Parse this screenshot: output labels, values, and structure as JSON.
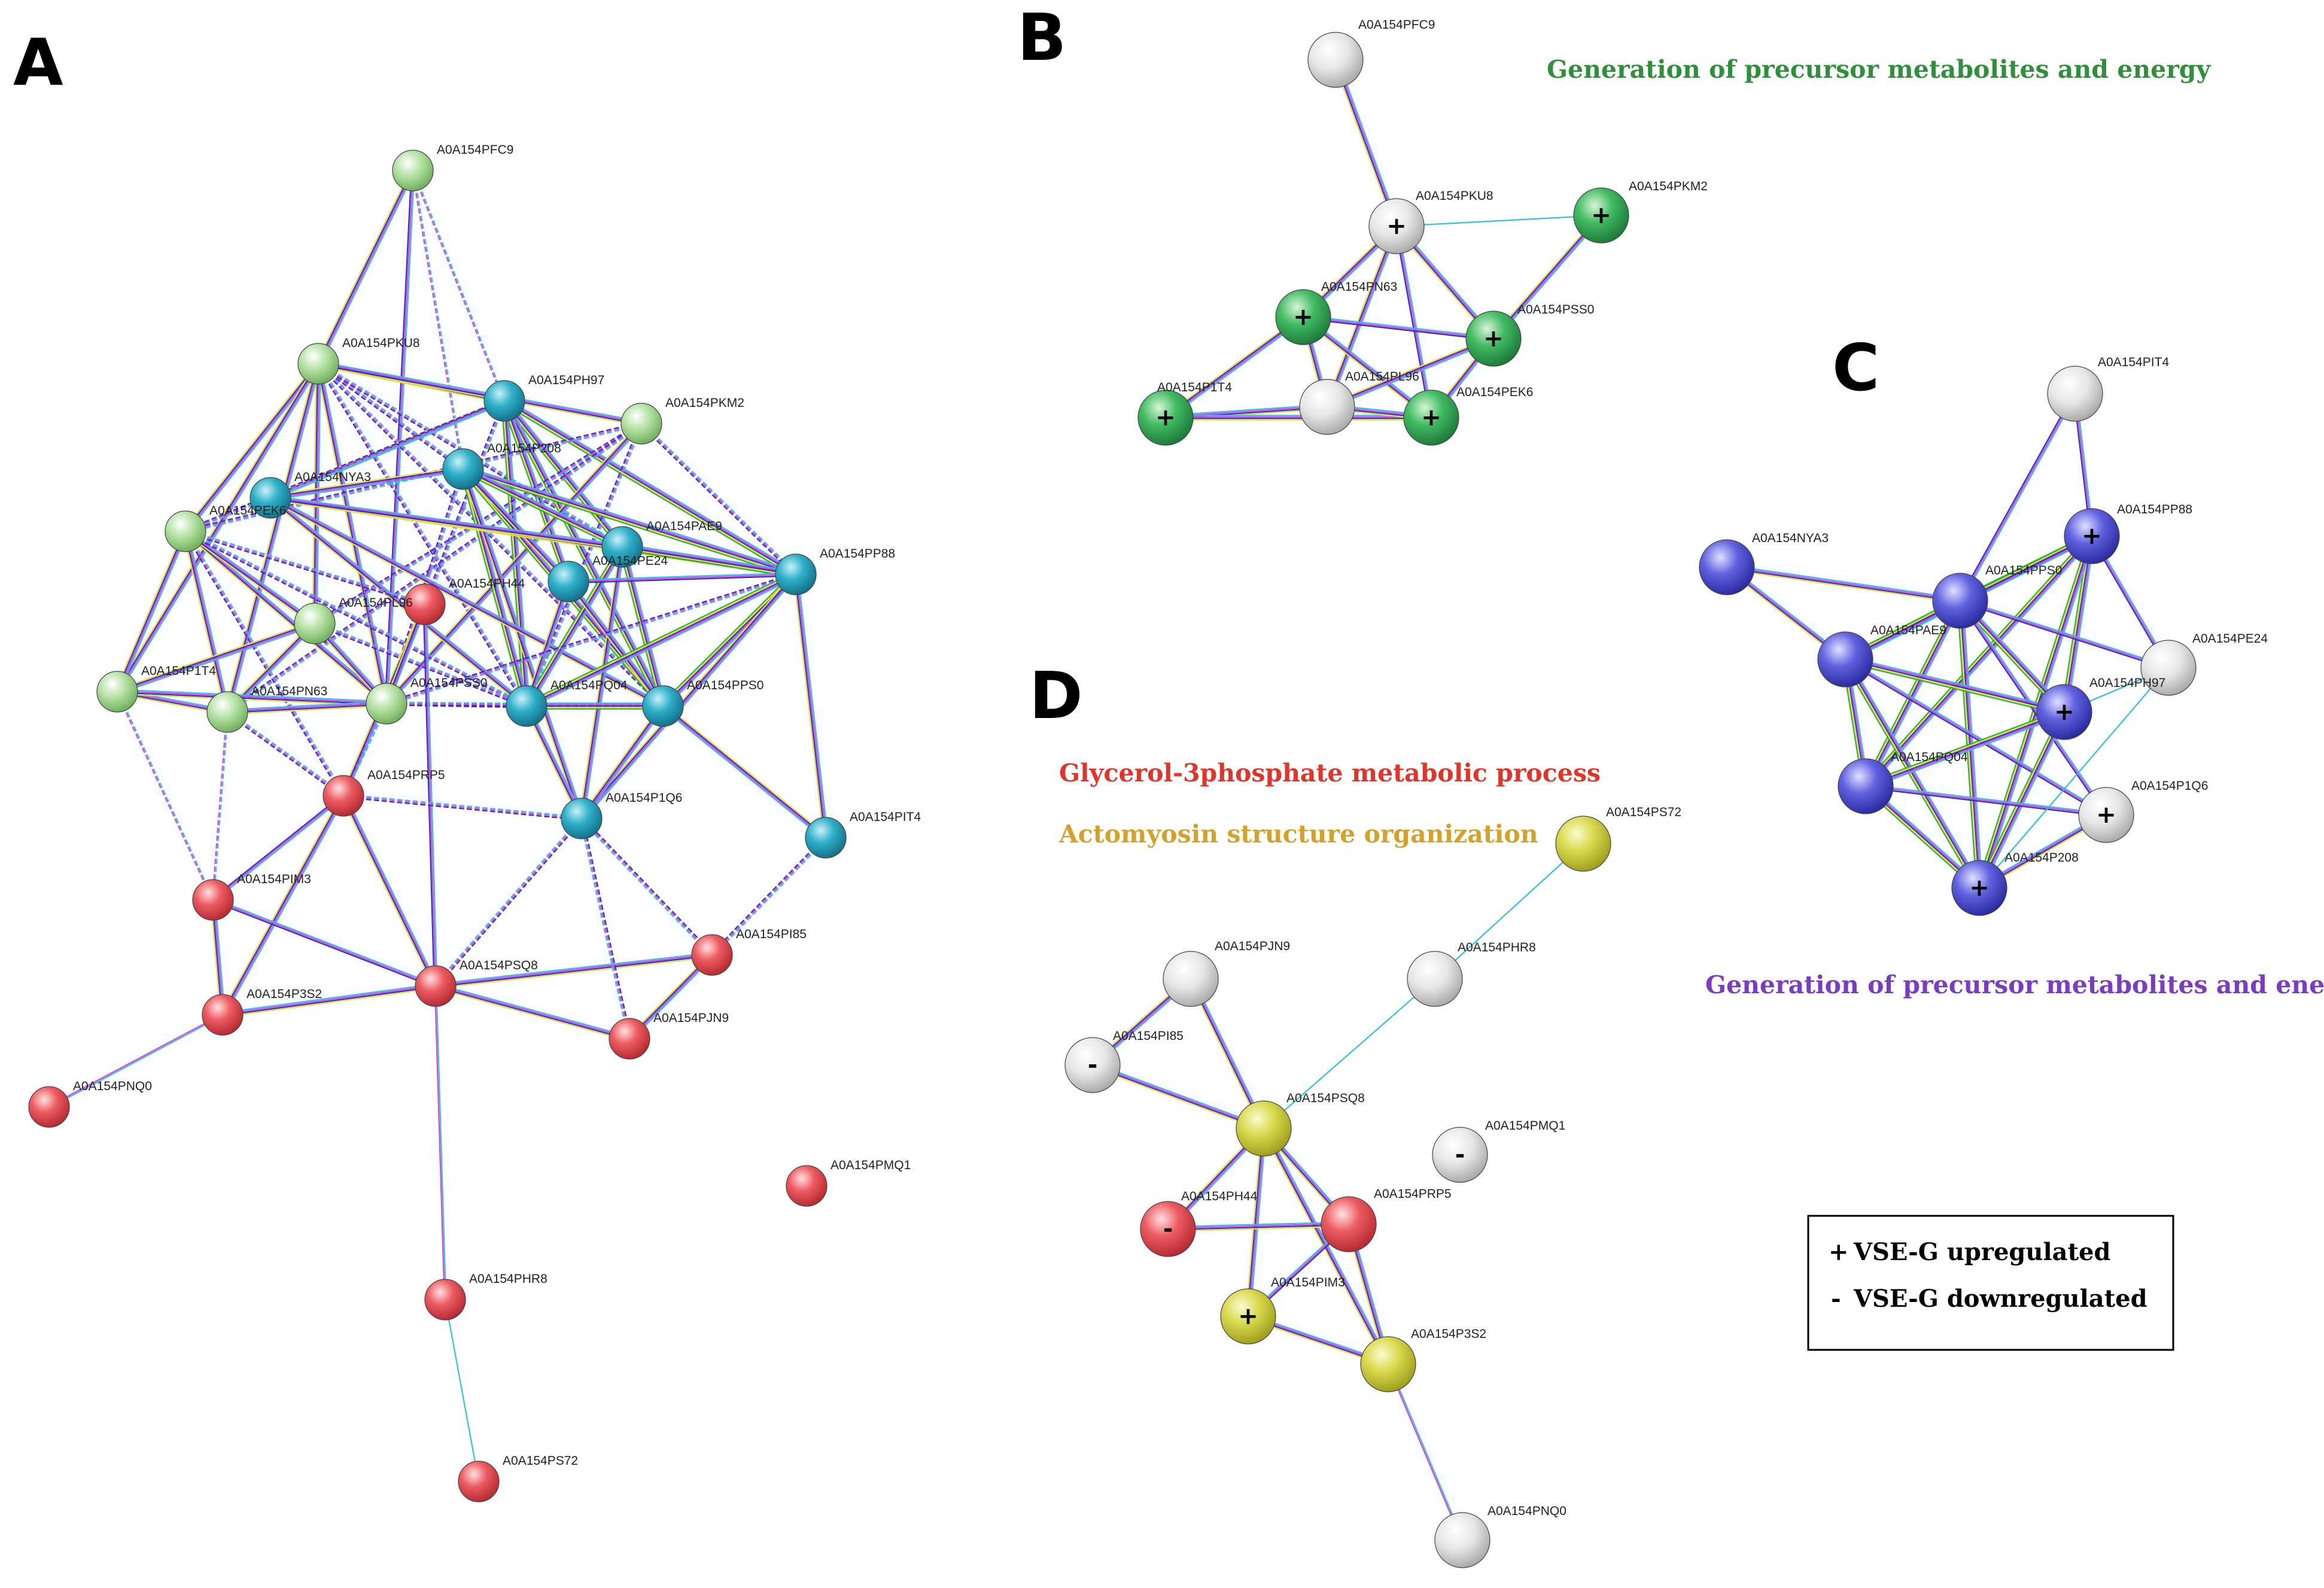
{
  "panels": {
    "A": {
      "letter": "A"
    },
    "B": {
      "letter": "B",
      "title": "Generation of precursor metabolites and energy"
    },
    "C": {
      "letter": "C",
      "title": "Generation of precursor metabolites and energy"
    },
    "D": {
      "letter": "D",
      "title_1": "Glycerol-3phosphate metabolic process",
      "title_2": "Actomyosin structure organization"
    }
  },
  "legend": {
    "up_symbol": "+",
    "up_text": "VSE-G upregulated",
    "down_symbol": "-",
    "down_text": "VSE-G downregulated"
  },
  "colors": {
    "green": "#9ed68a",
    "cyan": "#2aa6c0",
    "red": "#e8545a",
    "gray": "#dcdcdc",
    "dgreen": "#3fb560",
    "blue": "#5b5bdc",
    "yellow": "#d8d84a",
    "title_B": "#2f8f3a",
    "title_C": "#7a3cc0",
    "title_D1": "#e0352b",
    "title_D2": "#d4a22a"
  },
  "network_A": {
    "nodes": [
      {
        "id": "A0A154PFC9",
        "group": "green"
      },
      {
        "id": "A0A154PKU8",
        "group": "green"
      },
      {
        "id": "A0A154PH97",
        "group": "cyan"
      },
      {
        "id": "A0A154PKM2",
        "group": "green"
      },
      {
        "id": "A0A154P208",
        "group": "cyan"
      },
      {
        "id": "A0A154NYA3",
        "group": "cyan"
      },
      {
        "id": "A0A154PEK6",
        "group": "green"
      },
      {
        "id": "A0A154PAE9",
        "group": "cyan"
      },
      {
        "id": "A0A154PE24",
        "group": "cyan"
      },
      {
        "id": "A0A154PP88",
        "group": "cyan"
      },
      {
        "id": "A0A154PH44",
        "group": "red"
      },
      {
        "id": "A0A154PL96",
        "group": "green"
      },
      {
        "id": "A0A154P1T4",
        "group": "green"
      },
      {
        "id": "A0A154PN63",
        "group": "green"
      },
      {
        "id": "A0A154PSS0",
        "group": "green"
      },
      {
        "id": "A0A154PQ04",
        "group": "cyan"
      },
      {
        "id": "A0A154PPS0",
        "group": "cyan"
      },
      {
        "id": "A0A154PRP5",
        "group": "red"
      },
      {
        "id": "A0A154P1Q6",
        "group": "cyan"
      },
      {
        "id": "A0A154PIT4",
        "group": "cyan"
      },
      {
        "id": "A0A154PIM3",
        "group": "red"
      },
      {
        "id": "A0A154PI85",
        "group": "red"
      },
      {
        "id": "A0A154P3S2",
        "group": "red"
      },
      {
        "id": "A0A154PSQ8",
        "group": "red"
      },
      {
        "id": "A0A154PJN9",
        "group": "red"
      },
      {
        "id": "A0A154PNQ0",
        "group": "red"
      },
      {
        "id": "A0A154PMQ1",
        "group": "red"
      },
      {
        "id": "A0A154PHR8",
        "group": "red"
      },
      {
        "id": "A0A154PS72",
        "group": "red"
      }
    ]
  },
  "network_B": {
    "nodes": [
      {
        "id": "A0A154PFC9",
        "group": "gray",
        "sign": ""
      },
      {
        "id": "A0A154PKU8",
        "group": "gray",
        "sign": "+"
      },
      {
        "id": "A0A154PKM2",
        "group": "dgreen",
        "sign": "+"
      },
      {
        "id": "A0A154PN63",
        "group": "dgreen",
        "sign": "+"
      },
      {
        "id": "A0A154PSS0",
        "group": "dgreen",
        "sign": "+"
      },
      {
        "id": "A0A154P1T4",
        "group": "dgreen",
        "sign": "+"
      },
      {
        "id": "A0A154PL96",
        "group": "gray",
        "sign": ""
      },
      {
        "id": "A0A154PEK6",
        "group": "dgreen",
        "sign": "+"
      }
    ]
  },
  "network_C": {
    "nodes": [
      {
        "id": "A0A154PIT4",
        "group": "gray",
        "sign": ""
      },
      {
        "id": "A0A154PP88",
        "group": "blue",
        "sign": "+"
      },
      {
        "id": "A0A154NYA3",
        "group": "blue",
        "sign": ""
      },
      {
        "id": "A0A154PPS0",
        "group": "blue",
        "sign": ""
      },
      {
        "id": "A0A154PAE9",
        "group": "blue",
        "sign": ""
      },
      {
        "id": "A0A154PE24",
        "group": "gray",
        "sign": ""
      },
      {
        "id": "A0A154PH97",
        "group": "blue",
        "sign": "+"
      },
      {
        "id": "A0A154PQ04",
        "group": "blue",
        "sign": ""
      },
      {
        "id": "A0A154P1Q6",
        "group": "gray",
        "sign": "+"
      },
      {
        "id": "A0A154P208",
        "group": "blue",
        "sign": "+"
      }
    ]
  },
  "network_D": {
    "nodes": [
      {
        "id": "A0A154PS72",
        "group": "yellow",
        "sign": ""
      },
      {
        "id": "A0A154PJN9",
        "group": "gray",
        "sign": ""
      },
      {
        "id": "A0A154PHR8",
        "group": "gray",
        "sign": ""
      },
      {
        "id": "A0A154PI85",
        "group": "gray",
        "sign": "-"
      },
      {
        "id": "A0A154PSQ8",
        "group": "yellow",
        "sign": ""
      },
      {
        "id": "A0A154PMQ1",
        "group": "gray",
        "sign": "-"
      },
      {
        "id": "A0A154PH44",
        "group": "red",
        "sign": "-"
      },
      {
        "id": "A0A154PRP5",
        "group": "red",
        "sign": ""
      },
      {
        "id": "A0A154PIM3",
        "group": "yellow",
        "sign": "+"
      },
      {
        "id": "A0A154P3S2",
        "group": "yellow",
        "sign": ""
      },
      {
        "id": "A0A154PNQ0",
        "group": "gray",
        "sign": ""
      }
    ]
  }
}
